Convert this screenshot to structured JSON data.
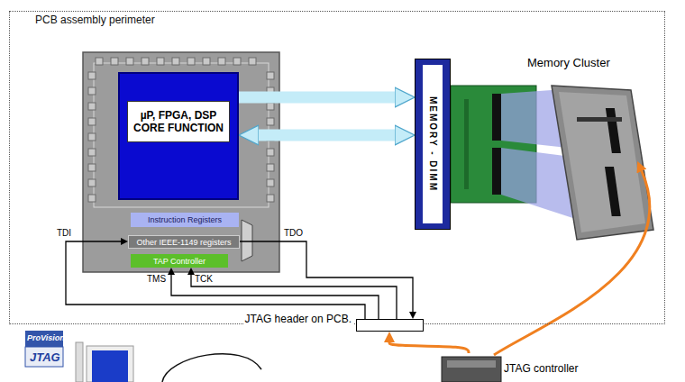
{
  "diagram": {
    "nodes": [
      {
        "text": [
          "PCB assembly perimeter"
        ]
      },
      {
        "text": [
          "µP, FPGA, DSP CORE FUNCTION"
        ],
        "in": 0
      },
      {
        "text": [
          "Instruction Registers"
        ],
        "in": 0
      },
      {
        "text": [
          "Other IEEE-1149 registers"
        ],
        "in": 0
      },
      {
        "text": [
          "TAP Controller"
        ],
        "in": 0
      },
      {
        "text": [
          "JTAG header on PCB."
        ]
      },
      {
        "text": [
          "MEMORY - DIMM"
        ],
        "in": 0
      },
      {
        "text": [
          "JTAG controller"
        ]
      }
    ],
    "edges": [
      {
        "from": 1,
        "to": 6,
        "arrow": "to"
      },
      {
        "from": 1,
        "to": 6,
        "arrow": "both"
      },
      {
        "from": 5,
        "to": 4,
        "arrow": "to",
        "label": "TMS"
      },
      {
        "from": 5,
        "to": 4,
        "arrow": "to",
        "label": "TCK"
      },
      {
        "from": 5,
        "to": 3,
        "arrow": "to",
        "label": "TDI"
      },
      {
        "from": 3,
        "to": 5,
        "arrow": "to",
        "label": "TDO"
      },
      {
        "from": 7,
        "to": 5,
        "arrow": "to"
      }
    ],
    "labels": [
      "Memory Cluster",
      "ProVision",
      "JTAG"
    ]
  }
}
